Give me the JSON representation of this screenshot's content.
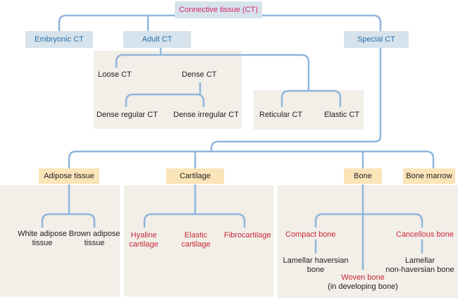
{
  "title": "Connective tissue (CT)",
  "level1": {
    "embryonic": "Embryonic CT",
    "adult": "Adult CT",
    "special": "Special CT"
  },
  "adult": {
    "loose": "Loose CT",
    "dense": "Dense CT",
    "dense_regular": "Dense regular CT",
    "dense_irregular": "Dense irregular CT",
    "reticular": "Reticular CT",
    "elastic": "Elastic CT"
  },
  "special": {
    "adipose": "Adipose tissue",
    "cartilage": "Cartilage",
    "bone": "Bone",
    "bone_marrow": "Bone marrow"
  },
  "adipose": {
    "white_line1": "White adipose",
    "white_line2": "tissue",
    "brown_line1": "Brown adipose",
    "brown_line2": "tissue"
  },
  "cartilage": {
    "hyaline_line1": "Hyaline",
    "hyaline_line2": "cartilage",
    "elastic_line1": "Elastic",
    "elastic_line2": "cartilage",
    "fibro": "Fibrocartilage"
  },
  "bone": {
    "compact": "Compact bone",
    "cancellous": "Cancellous bone",
    "woven": "Woven bone",
    "woven_note": "(in developing bone)",
    "haversian_line1": "Lamellar haversian",
    "haversian_line2": "bone",
    "nonhaversian_line1": "Lamellar",
    "nonhaversian_line2": "non-haversian bone"
  },
  "colors": {
    "connector": "#8fb6dc",
    "panel": "#f2eee8",
    "blue_box": "#d6e3ec",
    "yellow_box": "#fbe4b8",
    "title_text": "#d8246a",
    "blue_text": "#2a6fa8",
    "red_text": "#c8283a"
  }
}
